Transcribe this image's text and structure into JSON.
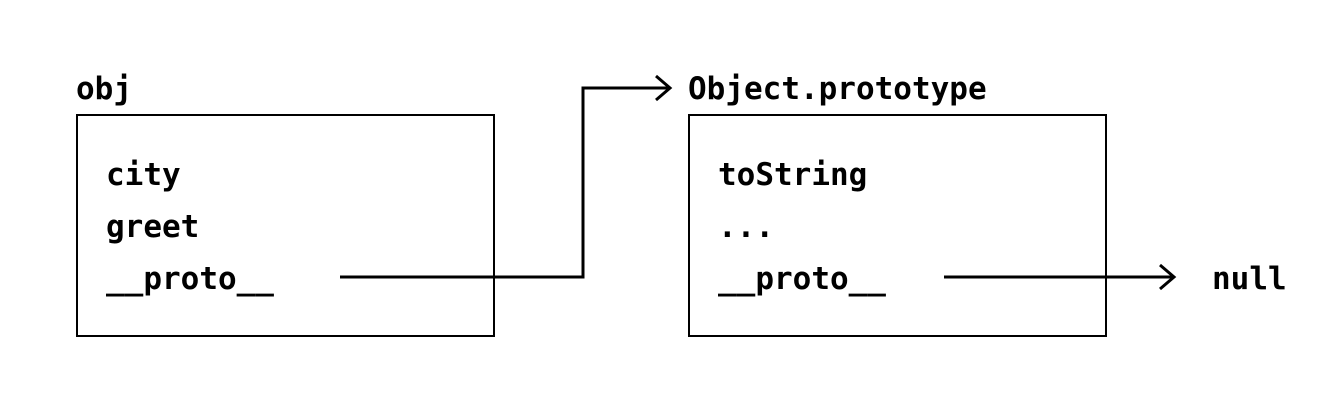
{
  "objects": [
    {
      "label": "obj",
      "fields": [
        "city",
        "greet",
        "__proto__"
      ]
    },
    {
      "label": "Object.prototype",
      "fields": [
        "toString",
        "...",
        "__proto__"
      ]
    }
  ],
  "terminal": "null",
  "colors": {
    "stroke": "#000000",
    "background": "#ffffff"
  }
}
